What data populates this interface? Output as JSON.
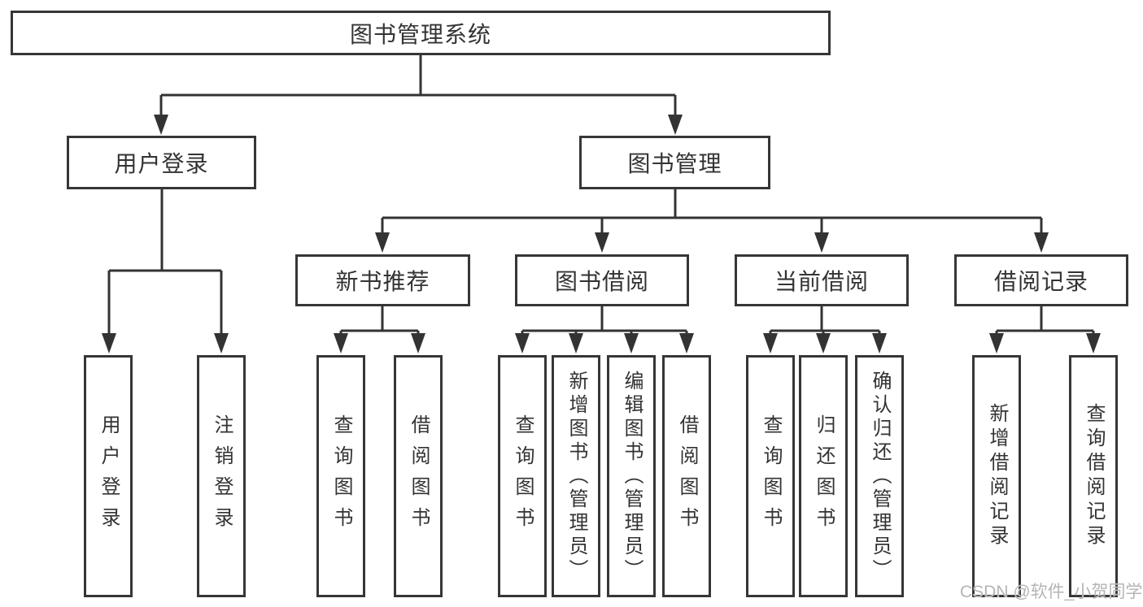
{
  "nodes": {
    "root": "图书管理系统",
    "login": "用户登录",
    "management": "图书管理",
    "mid": [
      "新书推荐",
      "图书借阅",
      "当前借阅",
      "借阅记录"
    ],
    "leaves_login": [
      "用户登录",
      "注销登录"
    ],
    "leaves_recommend": [
      "查询图书",
      "借阅图书"
    ],
    "leaves_borrow": [
      "查询图书",
      "新增图书（管理员）",
      "编辑图书（管理员）",
      "借阅图书"
    ],
    "leaves_current": [
      "查询图书",
      "归还图书",
      "确认归还（管理员）"
    ],
    "leaves_records": [
      "新增借阅记录",
      "查询借阅记录"
    ]
  },
  "watermark": "CSDN @软件_小贺同学",
  "colors": {
    "line": "#333333",
    "box_border": "#363636",
    "text": "#333333",
    "watermark": "#b5b5b5",
    "background": "#ffffff"
  }
}
